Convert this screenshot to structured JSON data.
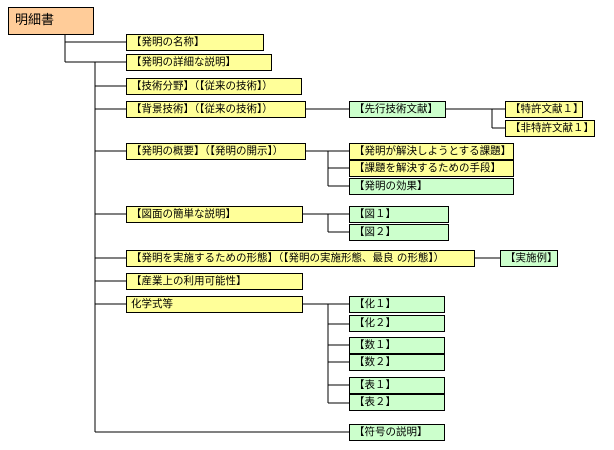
{
  "colors": {
    "yellow": "#ffff99",
    "green": "#ccffcc",
    "orange": "#ffcc99",
    "line": "#000000"
  },
  "nodes": {
    "root": "明細書",
    "title": "【発明の名称】",
    "detail": "【発明の詳細な説明】",
    "field": "【技術分野】（【従来の技術】）",
    "background": "【背景技術】（【従来の技術】）",
    "prior_art": "【先行技術文献】",
    "patent_doc": "【特許文献１】",
    "nonpatent_doc": "【非特許文献１】",
    "summary": "【発明の概要】（【発明の開示】）",
    "problem": "【発明が解決しようとする課題】",
    "means": "【課題を解決するための手段】",
    "effect": "【発明の効果】",
    "drawings": "【図面の簡単な説明】",
    "fig1": "【図１】",
    "fig2": "【図２】",
    "embodiment": "【発明を実施するための形態】（【発明の実施形態、最良 の形態】）",
    "example": "【実施例】",
    "industrial": "【産業上の利用可能性】",
    "formula": "化学式等",
    "chem1": "【化１】",
    "chem2": "【化２】",
    "math1": "【数１】",
    "math2": "【数２】",
    "table1": "【表１】",
    "table2": "【表２】",
    "reference": "【符号の説明】"
  }
}
